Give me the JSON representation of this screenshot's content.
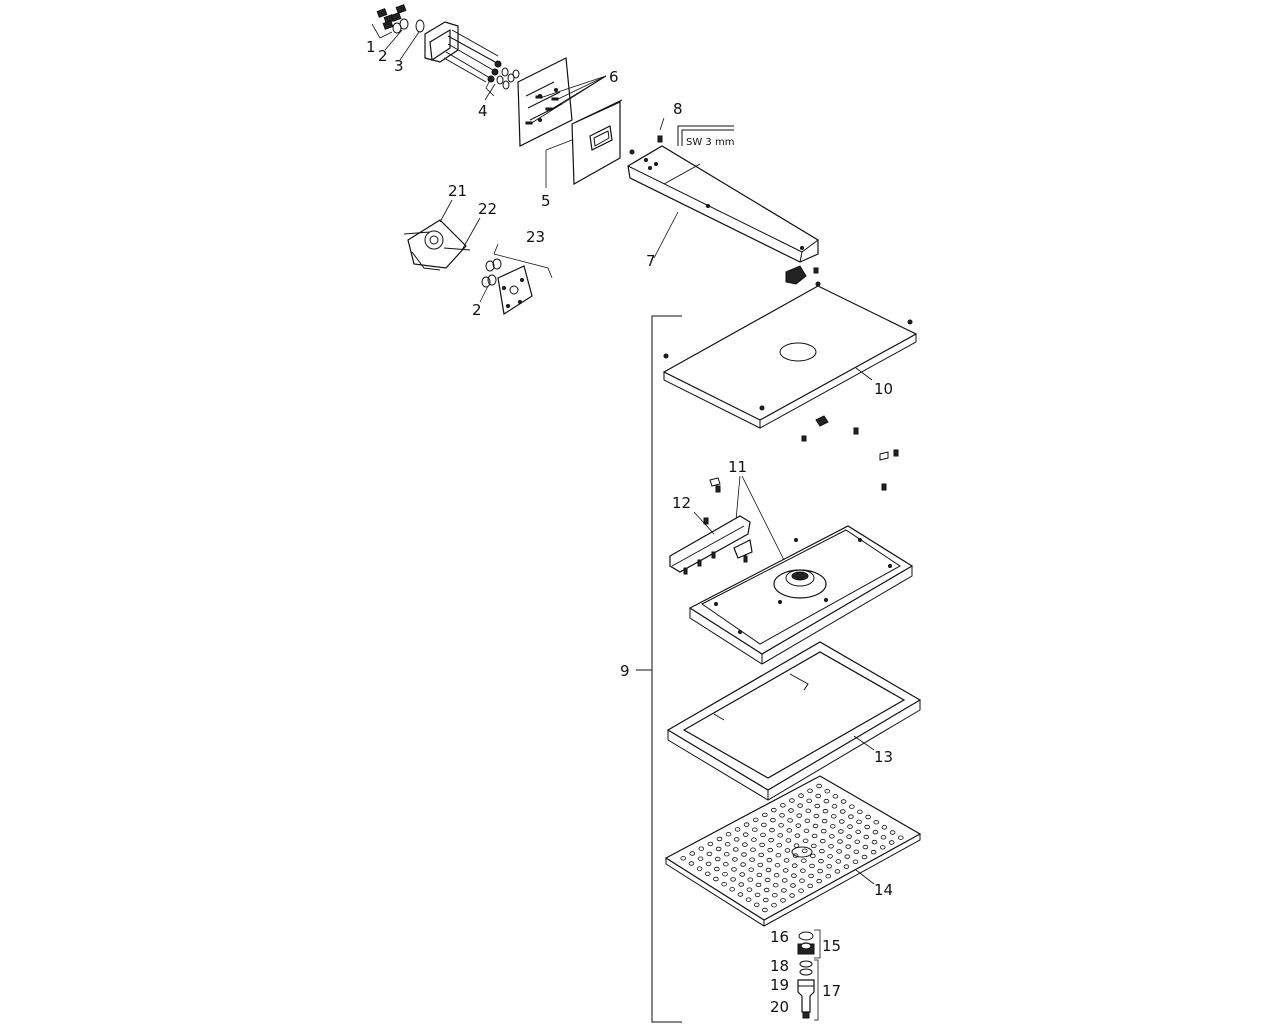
{
  "callouts": {
    "c1": "1",
    "c2a": "2",
    "c3": "3",
    "c4": "4",
    "c5": "5",
    "c6": "6",
    "c7": "7",
    "c8": "8",
    "c9": "9",
    "c10": "10",
    "c11": "11",
    "c12": "12",
    "c13": "13",
    "c14": "14",
    "c15": "15",
    "c16": "16",
    "c17": "17",
    "c18": "18",
    "c19": "19",
    "c20": "20",
    "c21": "21",
    "c22": "22",
    "c23": "23",
    "c2b": "2"
  },
  "tool_label": "SW 3 mm"
}
